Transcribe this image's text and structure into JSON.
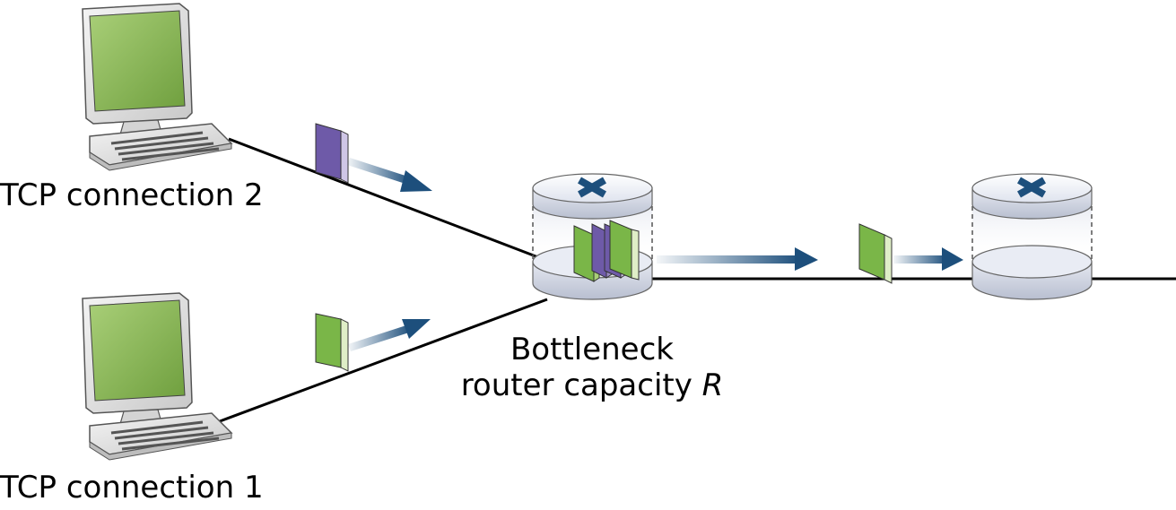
{
  "hosts": [
    {
      "label": "TCP connection 2"
    },
    {
      "label": "TCP connection 1"
    }
  ],
  "bottleneck": {
    "line1": "Bottleneck",
    "line2_prefix": "router capacity ",
    "line2_var": "R"
  },
  "colors": {
    "green_packet": "#7ab648",
    "purple_packet": "#6e5aa8",
    "arrow": "#1d4f7c",
    "router_fill": "#d9dde8",
    "router_x": "#1d4f7c",
    "screen": "#8dbb5c",
    "link": "#000000"
  },
  "icons": [
    "computer-icon",
    "router-icon",
    "packet-icon",
    "arrow-icon"
  ]
}
